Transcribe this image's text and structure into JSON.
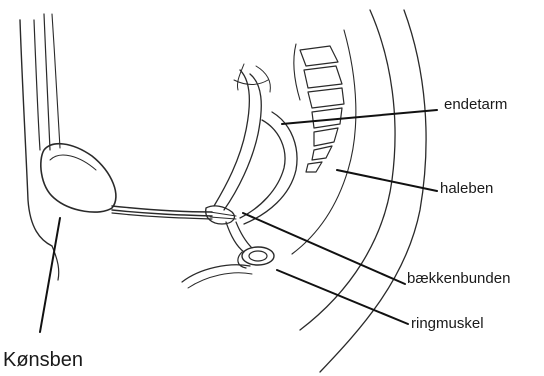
{
  "labels": {
    "endetarm": "endetarm",
    "haleben": "haleben",
    "baekkenbunden": "bækkenbunden",
    "ringmuskel": "ringmuskel",
    "konsben": "Kønsben"
  },
  "colors": {
    "ink": "#2a2a2a",
    "background": "#ffffff"
  }
}
